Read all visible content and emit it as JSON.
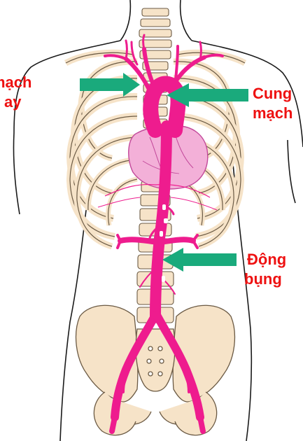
{
  "colors": {
    "background": "#ffffff",
    "outline": "#1a1a1a",
    "bone_fill": "#f6e3c8",
    "bone_stroke": "#6b5a44",
    "artery": "#ee1c8e",
    "heart_fill": "#f3b0d8",
    "heart_stroke": "#c2489a",
    "arrow": "#1aaa7c",
    "label_text": "#ee1111"
  },
  "labels": {
    "left": {
      "line1": "mạch",
      "line2": "ay"
    },
    "arch": {
      "line1": "Cung",
      "line2": "mạch"
    },
    "abdominal": {
      "line1": "Động",
      "line2": "bụng"
    }
  },
  "icons": {
    "torso": "torso-outline",
    "spine": "spine-icon",
    "ribs": "ribcage-icon",
    "pelvis": "pelvis-icon",
    "heart": "heart-icon",
    "aorta": "aorta-icon",
    "arrows": "arrow-right-icon / arrow-left-icon"
  }
}
